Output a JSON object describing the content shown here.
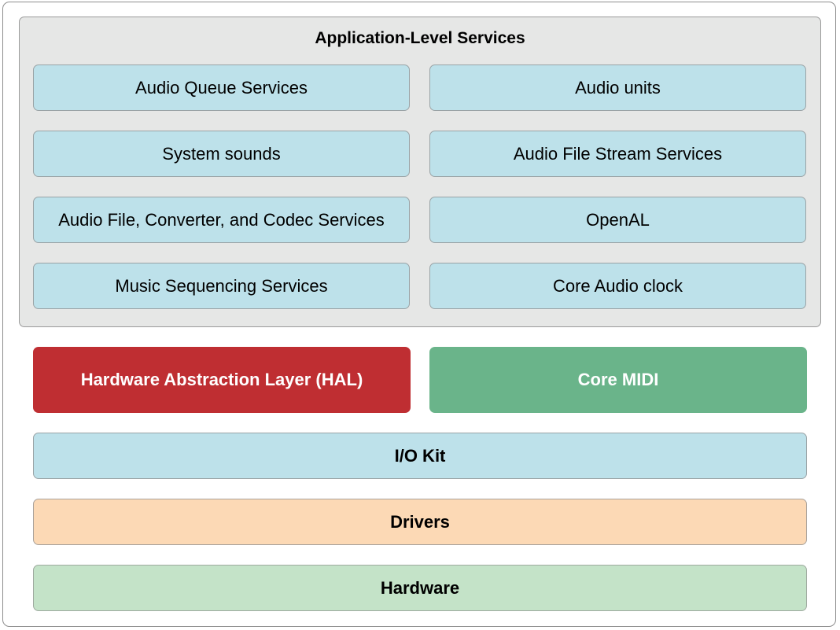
{
  "app_services": {
    "title": "Application-Level Services",
    "items": [
      "Audio Queue Services",
      "Audio units",
      "System sounds",
      "Audio File Stream Services",
      "Audio File, Converter, and Codec Services",
      "OpenAL",
      "Music Sequencing Services",
      "Core Audio clock"
    ]
  },
  "layers": {
    "hal": "Hardware Abstraction Layer (HAL)",
    "core_midi": "Core MIDI",
    "io_kit": "I/O Kit",
    "drivers": "Drivers",
    "hardware": "Hardware"
  },
  "colors": {
    "service_box": "#bde1ea",
    "group_background": "#e6e7e6",
    "hal": "#bf2e32",
    "core_midi": "#6ab48a",
    "io_kit": "#bde1ea",
    "drivers": "#fcd9b5",
    "hardware": "#c4e3c8"
  }
}
